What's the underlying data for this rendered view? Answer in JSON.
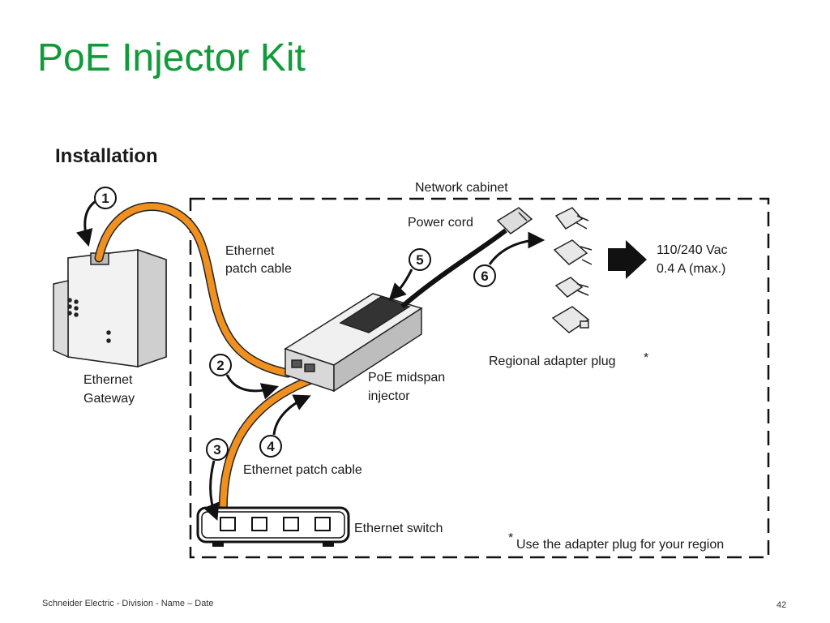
{
  "slide": {
    "title": "PoE Injector Kit",
    "footer": "Schneider Electric - Division - Name – Date",
    "page_number": "42"
  },
  "diagram": {
    "heading": "Installation",
    "cabinet_label": "Network cabinet",
    "power_cord_label": "Power cord",
    "cable_top_label": [
      "Ethernet",
      "patch cable"
    ],
    "gateway_label": [
      "Ethernet",
      "Gateway"
    ],
    "injector_label": [
      "PoE midspan",
      "injector"
    ],
    "cable_bottom_label": "Ethernet patch cable",
    "switch_label": "Ethernet switch",
    "regional_label": "Regional adapter plug",
    "asterisk": "*",
    "power_spec": [
      "110/240 Vac",
      "0.4 A (max.)"
    ],
    "footnote": "Use the adapter plug for your region",
    "steps": [
      "1",
      "2",
      "3",
      "4",
      "5",
      "6"
    ],
    "cable_color": "#f0901e"
  }
}
